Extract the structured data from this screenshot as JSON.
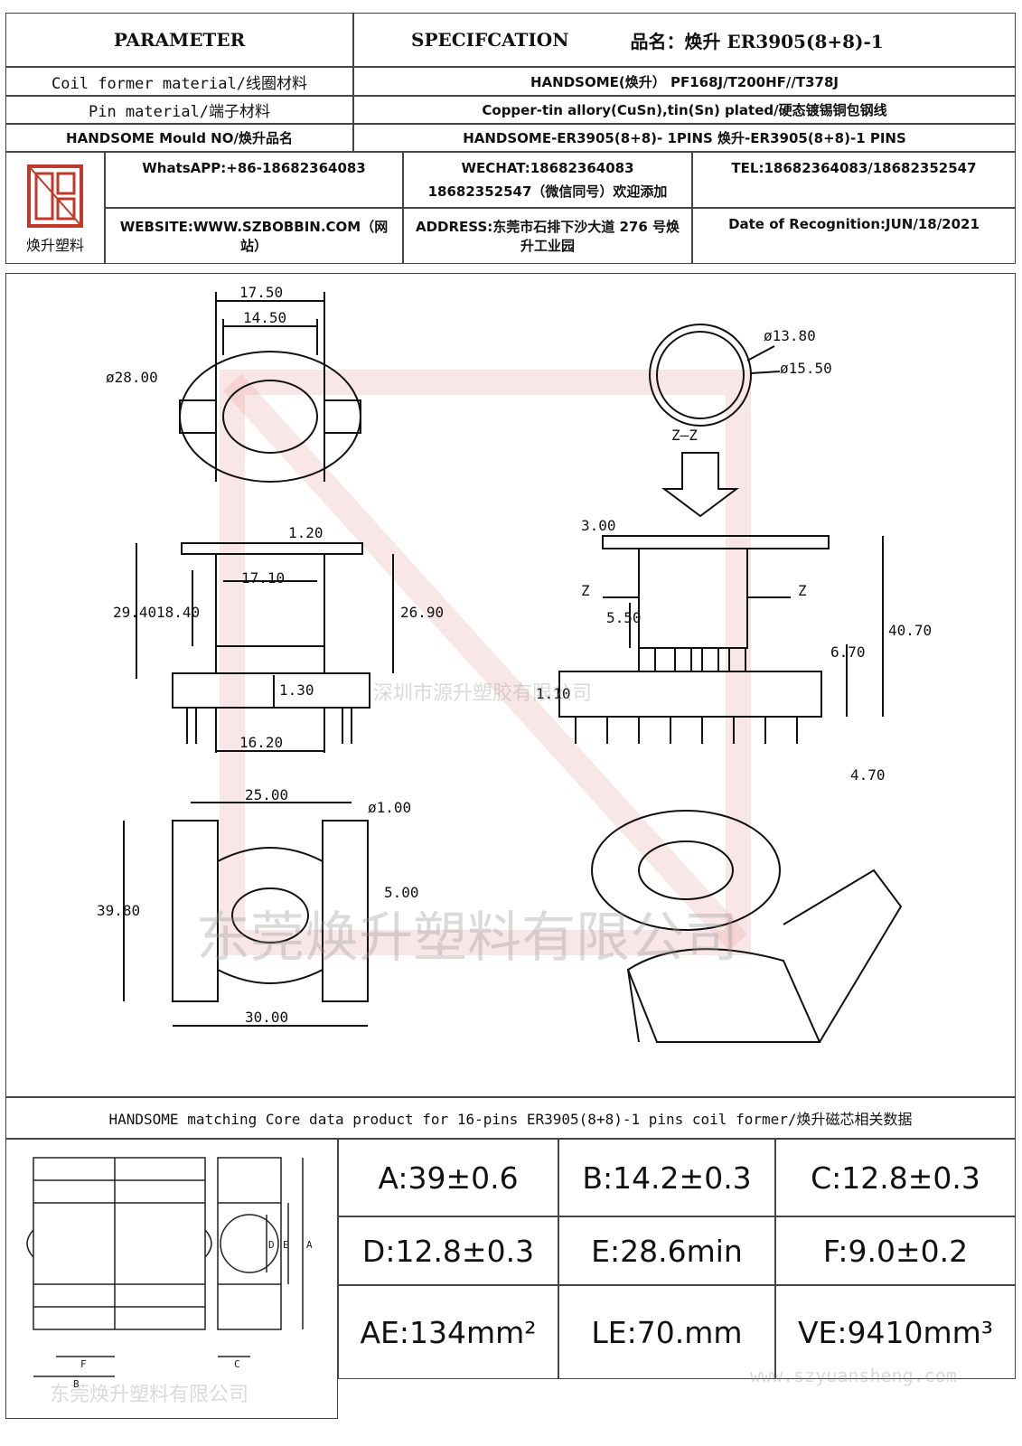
{
  "header": {
    "parameter": "PARAMETER",
    "specification": "SPECIFCATION",
    "product_name": "品名：焕升 ER3905(8+8)-1"
  },
  "rows": [
    {
      "label": "Coil former material/线圈材料",
      "value": "HANDSOME(焕升）   PF168J/T200HF//T378J"
    },
    {
      "label": "Pin material/端子材料",
      "value": "Copper-tin allory(CuSn),tin(Sn) plated/硬态镀锡铜包钢线"
    },
    {
      "label": "HANDSOME Mould NO/焕升品名",
      "value": "HANDSOME-ER3905(8+8)- 1PINS    焕升-ER3905(8+8)-1 PINS"
    }
  ],
  "contact": {
    "logo_text": "焕升塑料",
    "whatsapp": "WhatsAPP:+86-18682364083",
    "wechat_1": "WECHAT:18682364083",
    "wechat_2": "18682352547（微信同号）欢迎添加",
    "tel": "TEL:18682364083/18682352547",
    "website": "WEBSITE:WWW.SZBOBBIN.COM（网站）",
    "address": "ADDRESS:东莞市石排下沙大道 276 号焕升工业园",
    "date": "Date of Recognition:JUN/18/2021"
  },
  "drawing": {
    "dims": {
      "A": "17.50",
      "B": "14.50",
      "C": "ø28.00",
      "D": "ø13.80",
      "E": "ø15.50",
      "F": "1.20",
      "G": "17.10",
      "H": "29.40",
      "I": "18.40",
      "J": "26.90",
      "K": "1.30",
      "L": "16.20",
      "M": "3.00",
      "N": "5.50",
      "O": "6.70",
      "P": "40.70",
      "Q": "1.10",
      "R": "4.70",
      "S": "25.00",
      "T": "ø1.00",
      "U": "5.00",
      "V": "39.80",
      "W": "30.00"
    },
    "section_label": "Z—Z",
    "z_mark": "Z",
    "watermark_small": "深圳市源升塑胶有限公司",
    "watermark_big": "东莞焕升塑料有限公司"
  },
  "core": {
    "title": "HANDSOME matching Core data  product for 16-pins ER3905(8+8)-1 pins coil former/焕升磁芯相关数据",
    "labels": {
      "D": "D",
      "E": "E",
      "A": "A",
      "F": "F",
      "B": "B",
      "C": "C"
    },
    "values": [
      [
        "A:39±0.6",
        "B:14.2±0.3",
        "C:12.8±0.3"
      ],
      [
        "D:12.8±0.3",
        "E:28.6min",
        "F:9.0±0.2"
      ],
      [
        "AE:134mm²",
        "LE:70.mm",
        "VE:9410mm³"
      ]
    ],
    "watermark": "东莞焕升塑料有限公司",
    "website_wm": "www.szyuansheng.com"
  }
}
